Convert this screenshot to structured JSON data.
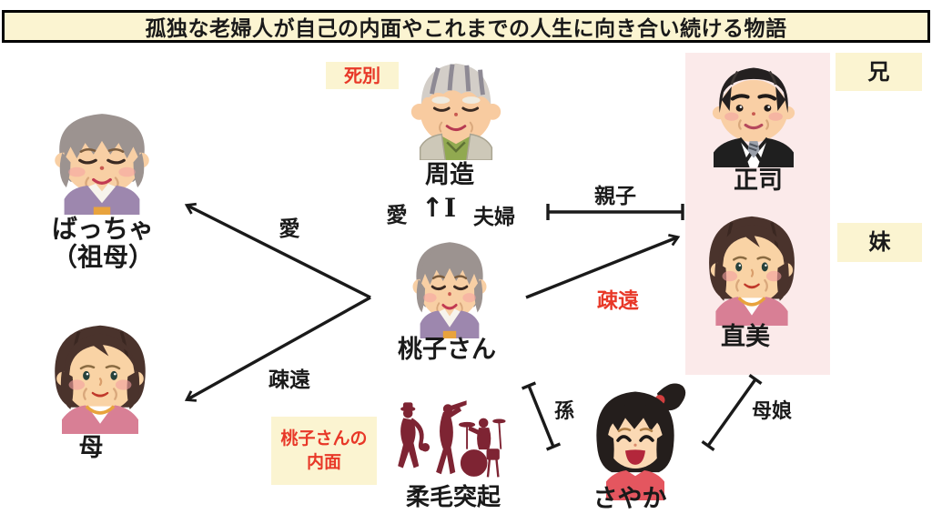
{
  "title": "孤独な老婦人が自己の内面やこれまでの人生に向き合い続ける物語",
  "colors": {
    "cream": "#FBF4D1",
    "accent_red": "#E83828",
    "panel_pink": "#FBEAEA",
    "band_maroon": "#7E2433",
    "line_black": "#1A1A1A"
  },
  "tags": {
    "bereavement": "死別",
    "brother": "兄",
    "sister": "妹",
    "inner_line1": "桃子さんの",
    "inner_line2": "内面"
  },
  "characters": {
    "shuzo": {
      "name": "周造"
    },
    "shoji": {
      "name": "正司"
    },
    "naomi": {
      "name": "直美"
    },
    "grandma": {
      "line1": "ばっちゃ",
      "line2": "（祖母）"
    },
    "mother": {
      "name": "母"
    },
    "momoko": {
      "name": "桃子さん"
    },
    "band": {
      "name": "柔毛突起"
    },
    "sayaka": {
      "name": "さやか"
    }
  },
  "relations": {
    "love_grandma": "愛",
    "estranged_mother": "疎遠",
    "love_shuzo": "愛",
    "couple": "夫婦",
    "parent_child": "親子",
    "estranged_naomi": "疎遠",
    "grandchild": "孫",
    "mother_daughter": "母娘",
    "up_arrow": "↑",
    "bond_mark": "I"
  },
  "icons": {
    "band_silhouette": "jazz-band-icon",
    "portraits": [
      "old-man",
      "old-woman",
      "middle-aged-woman",
      "suit-man",
      "girl"
    ]
  }
}
